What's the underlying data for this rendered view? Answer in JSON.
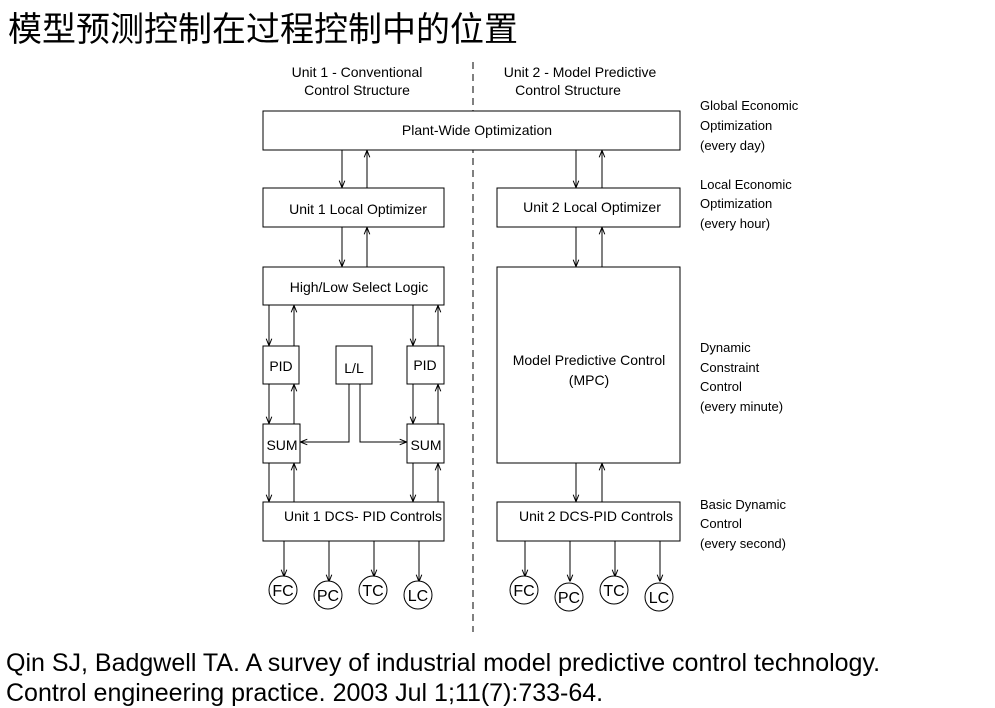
{
  "title": "模型预测控制在过程控制中的位置",
  "columns": {
    "unit1": [
      "Unit 1 - Conventional",
      "Control Structure"
    ],
    "unit2": [
      "Unit 2 - Model Predictive",
      "Control Structure"
    ]
  },
  "boxes": {
    "plant_wide": "Plant-Wide Optimization",
    "unit1_local": "Unit 1 Local Optimizer",
    "unit2_local": "Unit 2 Local Optimizer",
    "select_logic": "High/Low Select Logic",
    "pid_left": "PID",
    "ll": "L/L",
    "pid_right": "PID",
    "sum_left": "SUM",
    "sum_right": "SUM",
    "mpc": [
      "Model Predictive Control",
      "(MPC)"
    ],
    "unit1_dcs": "Unit 1 DCS- PID Controls",
    "unit2_dcs": "Unit 2 DCS-PID Controls"
  },
  "side_labels": {
    "global": [
      "Global Economic",
      "Optimization",
      "(every day)"
    ],
    "local": [
      "Local Economic",
      "Optimization",
      "(every hour)"
    ],
    "dynamic": [
      "Dynamic",
      "Constraint",
      "Control",
      "(every minute)"
    ],
    "basic": [
      "Basic Dynamic",
      "Control",
      "(every second)"
    ]
  },
  "signals_unit1": [
    "FC",
    "PC",
    "TC",
    "LC"
  ],
  "signals_unit2": [
    "FC",
    "PC",
    "TC",
    "LC"
  ],
  "citation": [
    "Qin SJ, Badgwell TA. A survey of industrial model predictive control technology.",
    "Control engineering practice. 2003 Jul 1;11(7):733-64."
  ]
}
